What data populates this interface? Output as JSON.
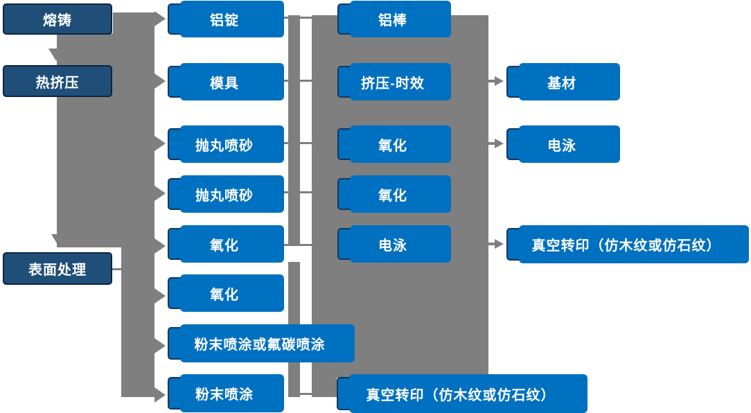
{
  "colors": {
    "node_blue": "#0070C0",
    "node_navy": "#1F4E79",
    "connector_gray": "#7F7F7F",
    "text_white": "#FFFFFF"
  },
  "nodes": {
    "melting": "熔铸",
    "hot_extrusion": "热挤压",
    "surface_treatment": "表面处理",
    "aluminum_ingot": "铝锭",
    "mold": "模具",
    "shot_blasting_1": "抛丸喷砂",
    "shot_blasting_2": "抛丸喷砂",
    "oxidation_1": "氧化",
    "oxidation_2": "氧化",
    "powder_or_fluorocarbon": "粉末喷涂或氟碳喷涂",
    "powder_coating": "粉末喷涂",
    "aluminum_rod": "铝棒",
    "extrusion_aging": "挤压-时效",
    "oxidation_3": "氧化",
    "oxidation_4": "氧化",
    "electrophoresis_1": "电泳",
    "base_material": "基材",
    "electrophoresis_2": "电泳",
    "vacuum_transfer_right": "真空转印（仿木纹或仿石纹）",
    "vacuum_transfer_bottom": "真空转印（仿木纹或仿石纹）"
  },
  "arrow_targets": [
    "热挤压",
    "表面处理",
    "铝锭",
    "模具",
    "抛丸喷砂",
    "抛丸喷砂",
    "氧化",
    "氧化",
    "粉末喷涂或氟碳喷涂",
    "粉末喷涂",
    "基材",
    "电泳",
    "真空转印（仿木纹或仿石纹）"
  ]
}
